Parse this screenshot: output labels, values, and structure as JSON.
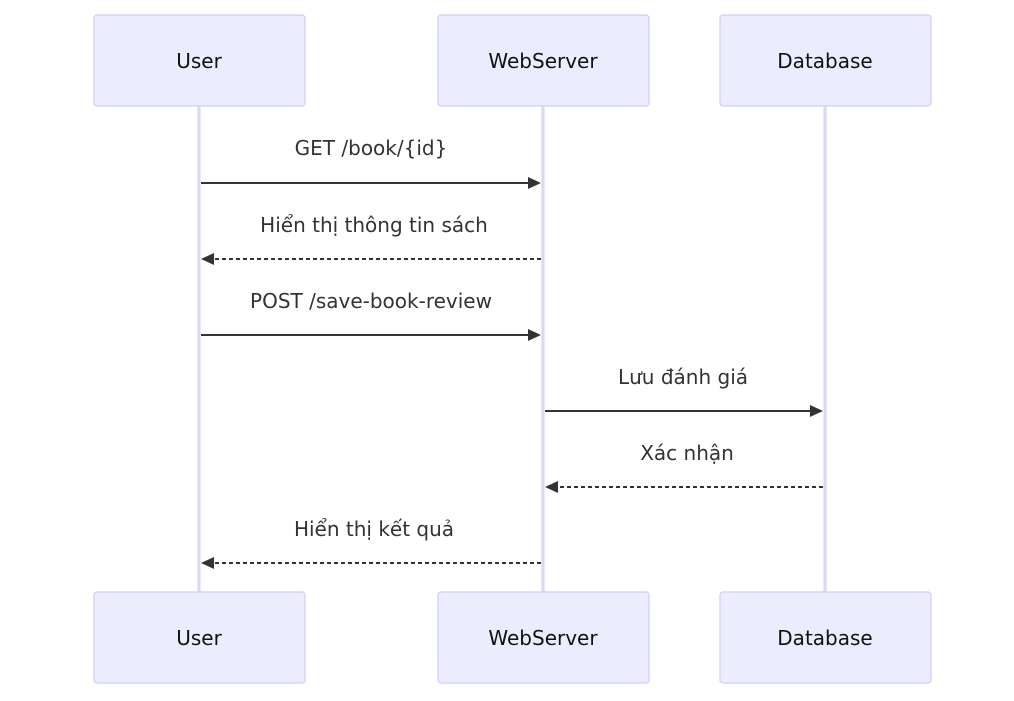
{
  "participants": [
    {
      "id": "user",
      "label": "User"
    },
    {
      "id": "webserver",
      "label": "WebServer"
    },
    {
      "id": "database",
      "label": "Database"
    }
  ],
  "messages": [
    {
      "from": "user",
      "to": "webserver",
      "label": "GET /book/{id}",
      "style": "solid"
    },
    {
      "from": "webserver",
      "to": "user",
      "label": "Hiển thị thông tin sách",
      "style": "dashed"
    },
    {
      "from": "user",
      "to": "webserver",
      "label": "POST /save-book-review",
      "style": "solid"
    },
    {
      "from": "webserver",
      "to": "database",
      "label": "Lưu đánh giá",
      "style": "solid"
    },
    {
      "from": "database",
      "to": "webserver",
      "label": "Xác nhận",
      "style": "dashed"
    },
    {
      "from": "webserver",
      "to": "user",
      "label": "Hiển thị kết quả",
      "style": "dashed"
    }
  ]
}
